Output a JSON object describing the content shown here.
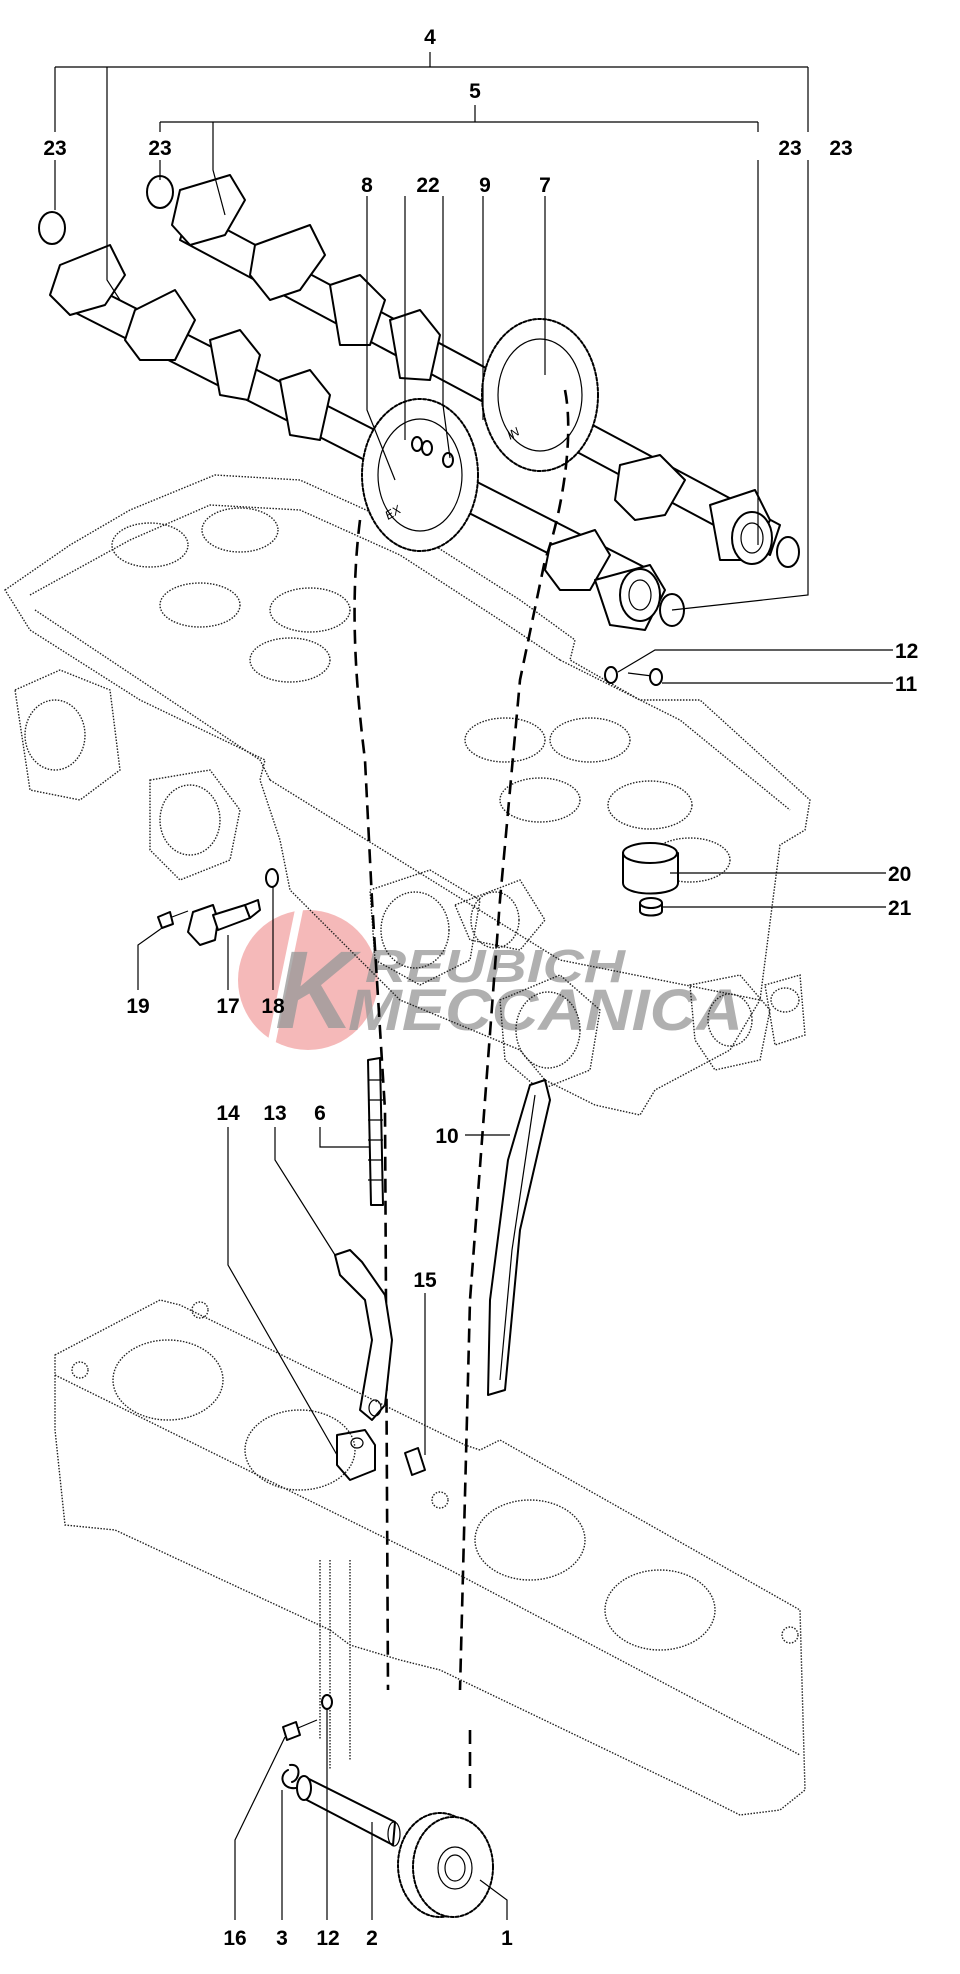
{
  "diagram": {
    "title": "Exploded view - camshafts, cam chain and cylinder block",
    "colors": {
      "line": "#000000",
      "background": "#ffffff",
      "watermark_circle": "#ee8a8a",
      "watermark_text": "#9a9a9a"
    },
    "watermark": {
      "logo_letter": "K",
      "line1": "REUBICH",
      "line2": "MECCANICA"
    },
    "stamped_markings": {
      "intake_sprocket": "IN",
      "exhaust_sprocket": "EX"
    },
    "callouts": [
      {
        "id": "c4",
        "label": "4",
        "part": "exhaust camshaft assembly"
      },
      {
        "id": "c5",
        "label": "5",
        "part": "intake camshaft assembly"
      },
      {
        "id": "c23a",
        "label": "23",
        "part": "cap"
      },
      {
        "id": "c23b",
        "label": "23",
        "part": "cap"
      },
      {
        "id": "c23c",
        "label": "23",
        "part": "cap"
      },
      {
        "id": "c23d",
        "label": "23",
        "part": "cap"
      },
      {
        "id": "c8",
        "label": "8",
        "part": "exhaust sprocket"
      },
      {
        "id": "c22",
        "label": "22",
        "part": "washer"
      },
      {
        "id": "c9",
        "label": "9",
        "part": "screw"
      },
      {
        "id": "c7",
        "label": "7",
        "part": "intake sprocket"
      },
      {
        "id": "c12a",
        "label": "12",
        "part": "seal washer"
      },
      {
        "id": "c11",
        "label": "11",
        "part": "screw"
      },
      {
        "id": "c20",
        "label": "20",
        "part": "tappet bucket"
      },
      {
        "id": "c21",
        "label": "21",
        "part": "shim"
      },
      {
        "id": "c19",
        "label": "19",
        "part": "screw"
      },
      {
        "id": "c17",
        "label": "17",
        "part": "chain tensioner"
      },
      {
        "id": "c18",
        "label": "18",
        "part": "gasket"
      },
      {
        "id": "c14",
        "label": "14",
        "part": "tensioner slider support"
      },
      {
        "id": "c13",
        "label": "13",
        "part": "tensioner slider"
      },
      {
        "id": "c6",
        "label": "6",
        "part": "timing chain"
      },
      {
        "id": "c10",
        "label": "10",
        "part": "chain guide"
      },
      {
        "id": "c15",
        "label": "15",
        "part": "pin"
      },
      {
        "id": "c16",
        "label": "16",
        "part": "screw"
      },
      {
        "id": "c3",
        "label": "3",
        "part": "circlip"
      },
      {
        "id": "c12b",
        "label": "12",
        "part": "seal washer"
      },
      {
        "id": "c2",
        "label": "2",
        "part": "shaft"
      },
      {
        "id": "c1",
        "label": "1",
        "part": "drive gear"
      }
    ]
  }
}
